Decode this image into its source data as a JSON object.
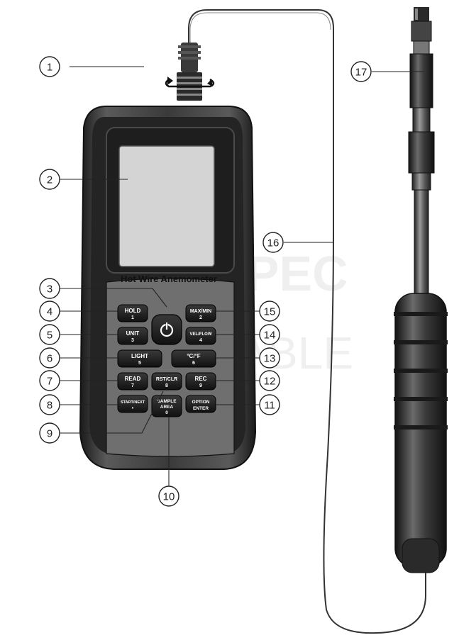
{
  "device": {
    "title": "Hot Wire Anemometer"
  },
  "watermark": {
    "line1": "SPEC",
    "line2": "TABLE"
  },
  "keys": {
    "hold": [
      "HOLD",
      "1"
    ],
    "maxmin": [
      "MAX/MIN",
      "2"
    ],
    "unit": [
      "UNIT",
      "3"
    ],
    "velflow": [
      "VEL/FLOW",
      "4"
    ],
    "light": [
      "LIGHT",
      "5"
    ],
    "temp": [
      "°C/°F",
      "6"
    ],
    "read": [
      "READ",
      "7"
    ],
    "rstclr": [
      "RST/CLR",
      "8"
    ],
    "rec": [
      "REC",
      "9"
    ],
    "startnext": [
      "START/NEXT",
      "•"
    ],
    "samplearea": [
      "SAMPLE",
      "AREA",
      "0"
    ],
    "optionenter": [
      "OPTION",
      "ENTER"
    ]
  },
  "callouts": [
    "1",
    "2",
    "3",
    "4",
    "5",
    "6",
    "7",
    "8",
    "9",
    "10",
    "11",
    "12",
    "13",
    "14",
    "15",
    "16",
    "17"
  ],
  "colors": {
    "body": "#2a2a2a",
    "key": "#1c1c1c",
    "outline": "#222222"
  }
}
